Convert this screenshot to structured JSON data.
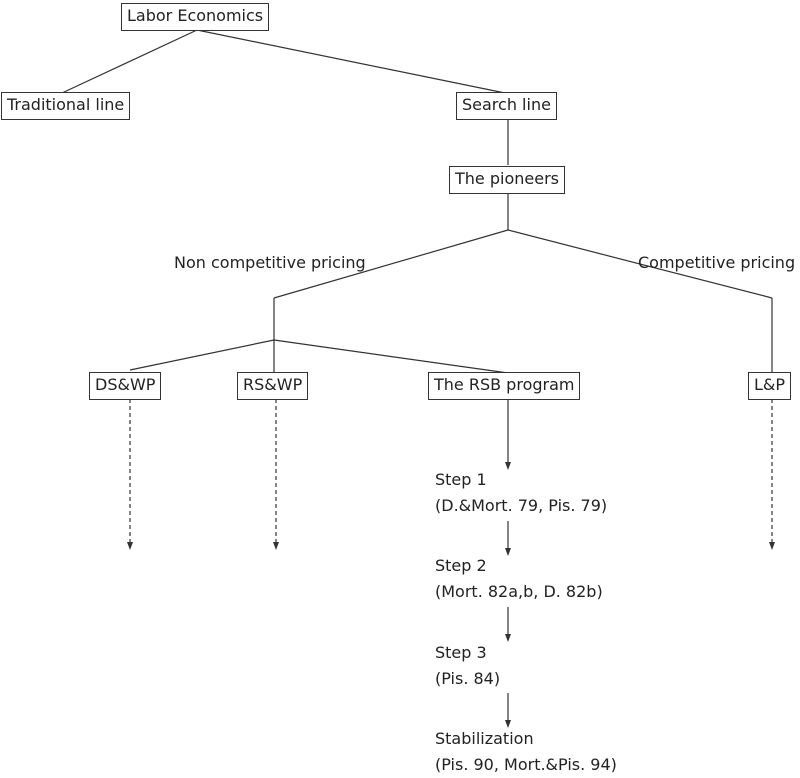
{
  "nodes": {
    "root": "Labor Economics",
    "traditional": "Traditional line",
    "search": "Search line",
    "pioneers": "The pioneers",
    "dswp": "DS&WP",
    "rswp": "RS&WP",
    "rsb": "The RSB program",
    "lp": "L&P"
  },
  "branch_labels": {
    "noncompetitive": "Non competitive pricing",
    "competitive": "Competitive pricing"
  },
  "steps": [
    {
      "title": "Step 1",
      "detail": "(D.&Mort. 79, Pis. 79)"
    },
    {
      "title": "Step 2",
      "detail": "(Mort. 82a,b, D. 82b)"
    },
    {
      "title": "Step 3",
      "detail": "(Pis. 84)"
    },
    {
      "title": "Stabilization",
      "detail": "(Pis. 90, Mort.&Pis. 94)"
    }
  ],
  "colors": {
    "line": "#333333",
    "text": "#222222"
  }
}
